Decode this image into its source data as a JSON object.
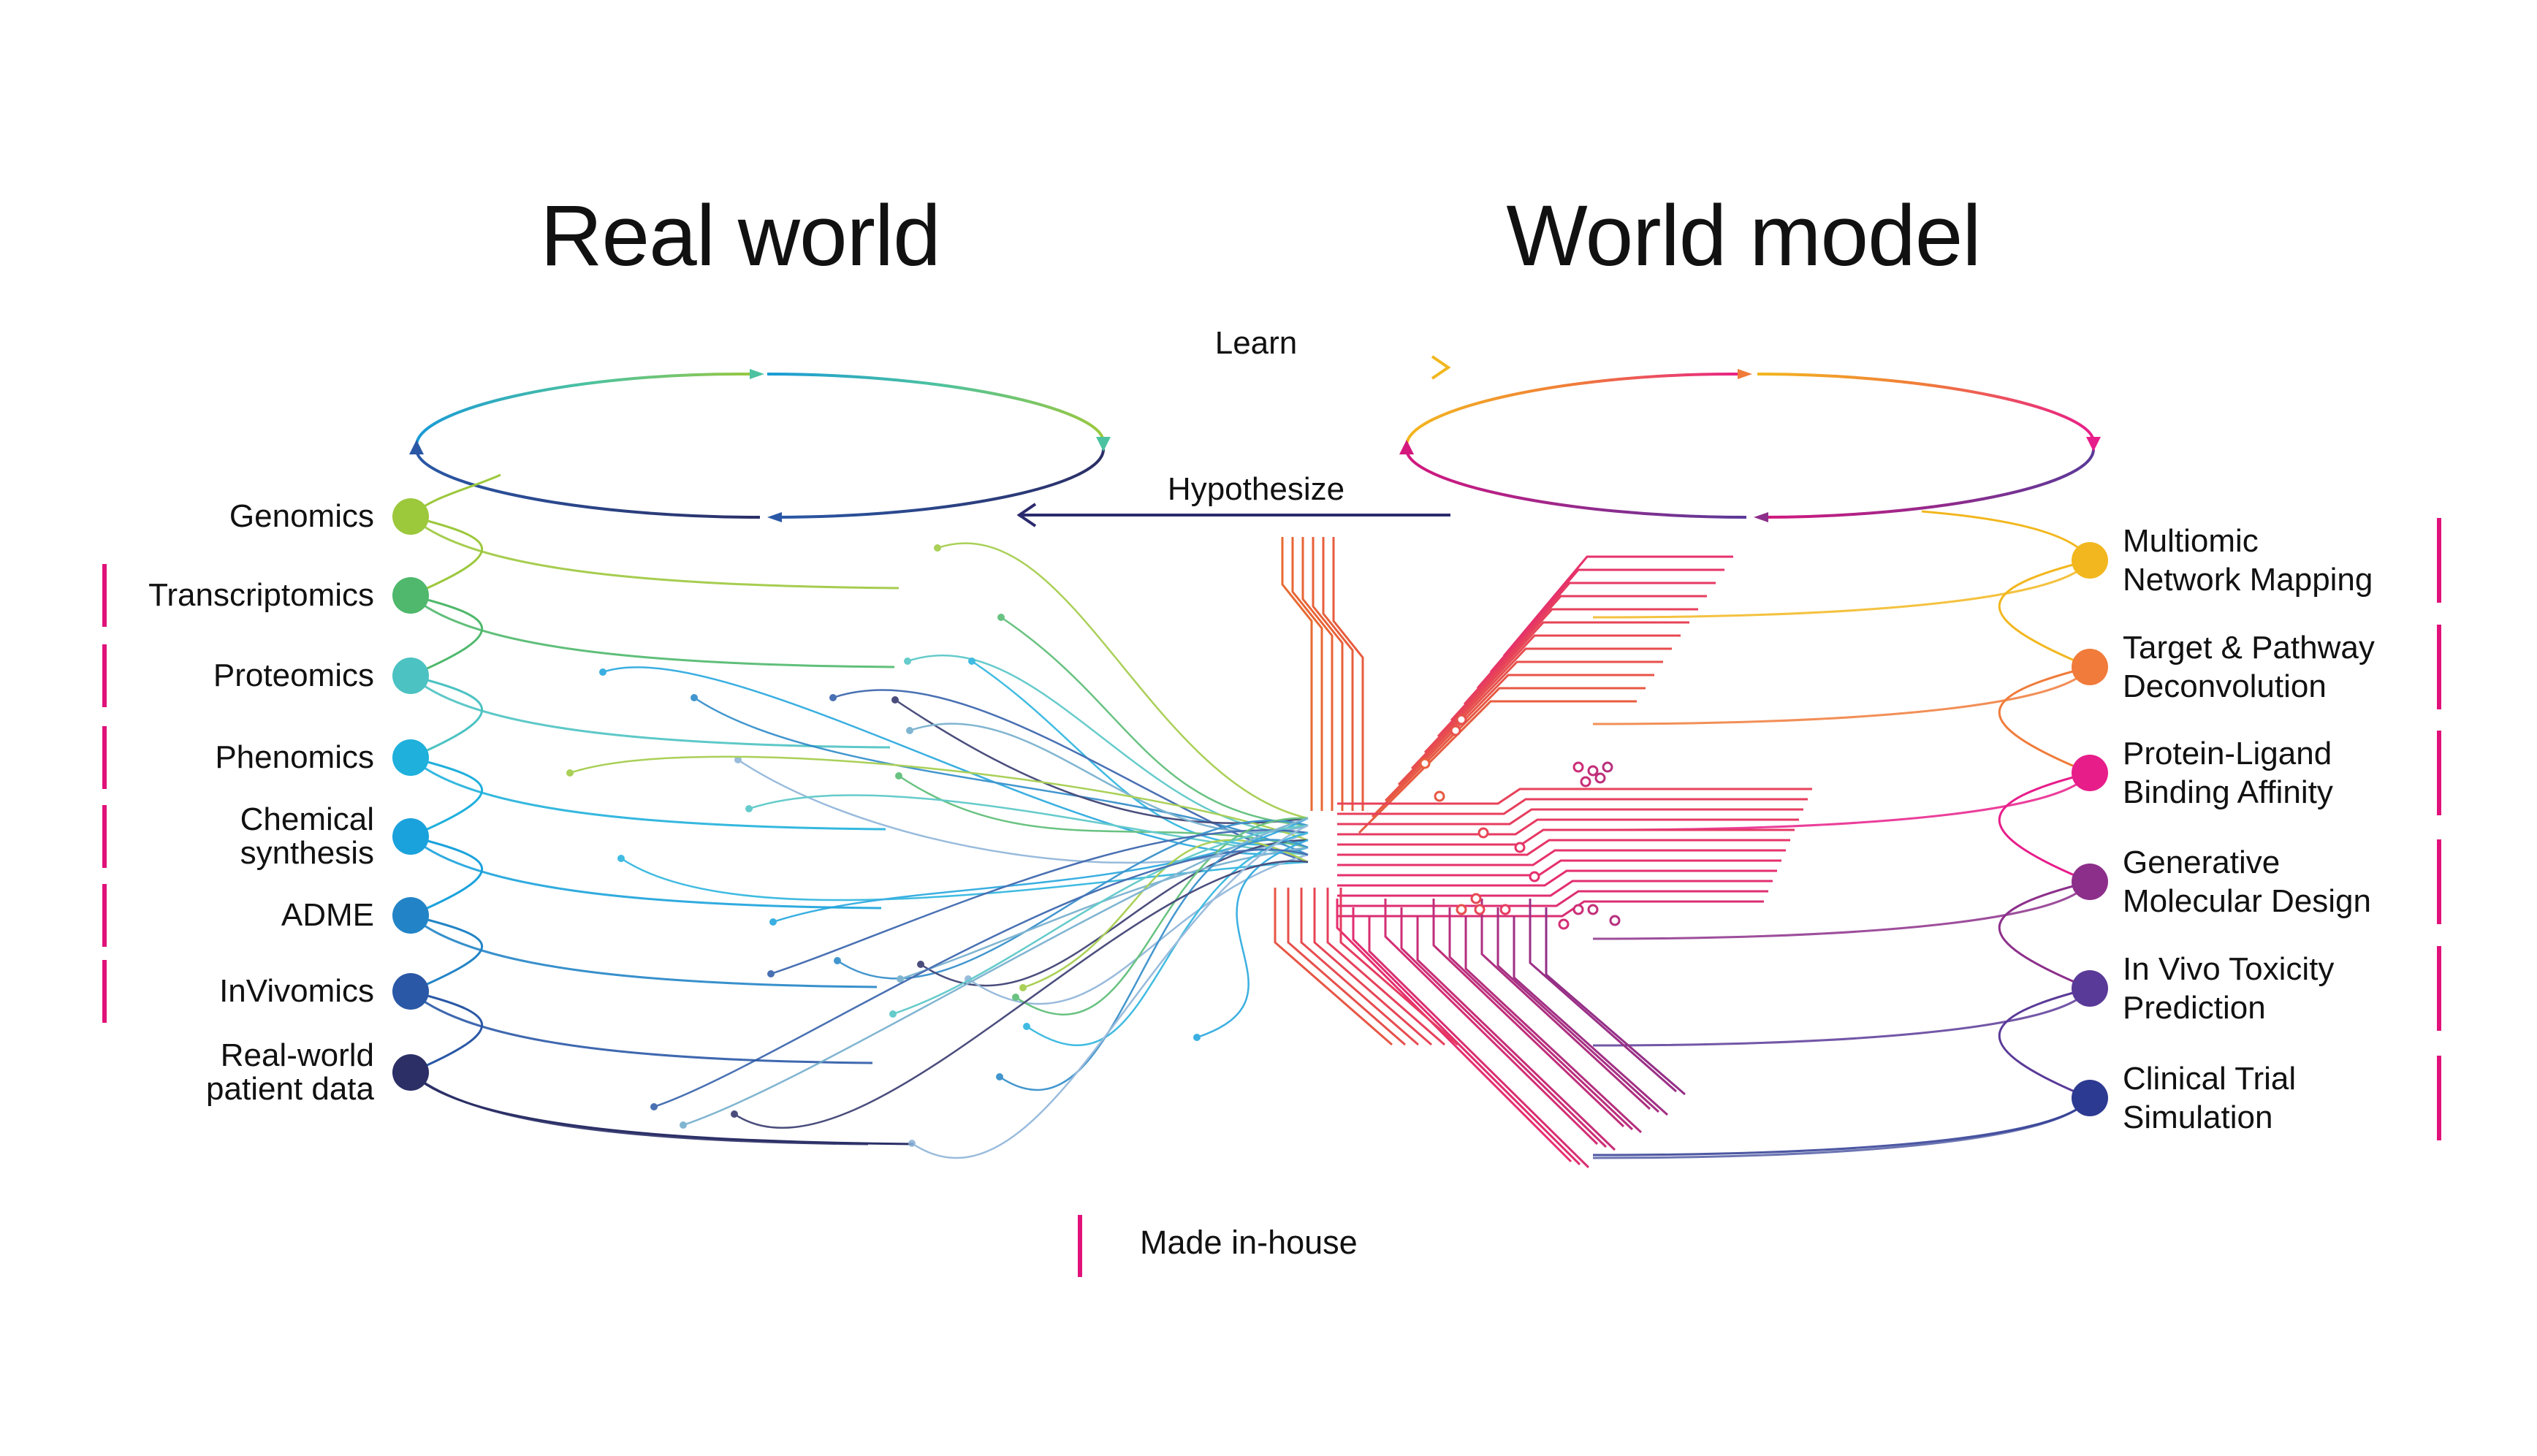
{
  "titles": {
    "real_world": "Real world",
    "world_model": "World model"
  },
  "arrows": {
    "learn": "Learn",
    "hypothesize": "Hypothesize"
  },
  "left_sources": [
    {
      "label": "Genomics",
      "color": "#9cc83c",
      "made_in_house": false
    },
    {
      "label": "Transcriptomics",
      "color": "#4fb86c",
      "made_in_house": true
    },
    {
      "label": "Proteomics",
      "color": "#4cc2c2",
      "made_in_house": true
    },
    {
      "label": "Phenomics",
      "color": "#1fb0dc",
      "made_in_house": true
    },
    {
      "label": "Chemical\nsynthesis",
      "color": "#1aa2dc",
      "made_in_house": true
    },
    {
      "label": "ADME",
      "color": "#2284c6",
      "made_in_house": true
    },
    {
      "label": "InVivomics",
      "color": "#2a58a6",
      "made_in_house": true
    },
    {
      "label": "Real-world\npatient data",
      "color": "#2b2f66",
      "made_in_house": false
    }
  ],
  "right_outputs": [
    {
      "label": "Multiomic\nNetwork Mapping",
      "color": "#f2b71e",
      "made_in_house": true
    },
    {
      "label": "Target & Pathway\nDeconvolution",
      "color": "#f07b3a",
      "made_in_house": true
    },
    {
      "label": "Protein-Ligand\nBinding Affinity",
      "color": "#e71d8a",
      "made_in_house": true
    },
    {
      "label": "Generative\nMolecular Design",
      "color": "#8c2f8a",
      "made_in_house": true
    },
    {
      "label": "In Vivo Toxicity\nPrediction",
      "color": "#5a3a98",
      "made_in_house": true
    },
    {
      "label": "Clinical Trial\nSimulation",
      "color": "#2d3a92",
      "made_in_house": true
    }
  ],
  "legend": {
    "made_in_house": "Made in-house",
    "marker_color": "#e0127a"
  },
  "colors": {
    "learn_arrow": "#c8c81e",
    "hypothesize_arrow": "#2b2a6e",
    "circuit_warm": "#e8702a",
    "circuit_pink": "#e62e6e"
  }
}
